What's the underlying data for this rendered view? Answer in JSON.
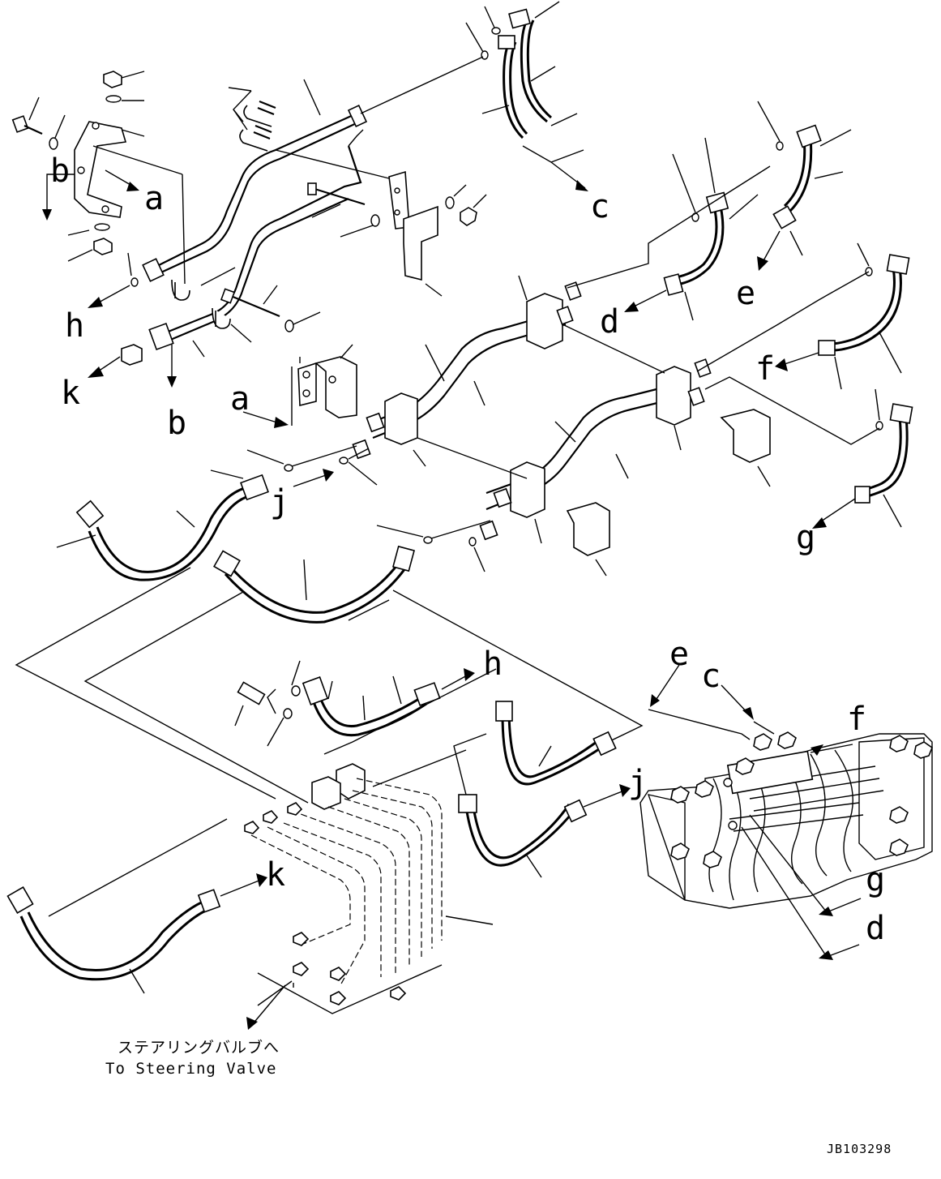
{
  "labels": {
    "a": "a",
    "b": "b",
    "c": "c",
    "d": "d",
    "e": "e",
    "f": "f",
    "g": "g",
    "h": "h",
    "j": "j",
    "k": "k"
  },
  "caption": {
    "japanese": "ステアリングバルブへ",
    "english": "To Steering Valve"
  },
  "drawing_code": "JB103298"
}
